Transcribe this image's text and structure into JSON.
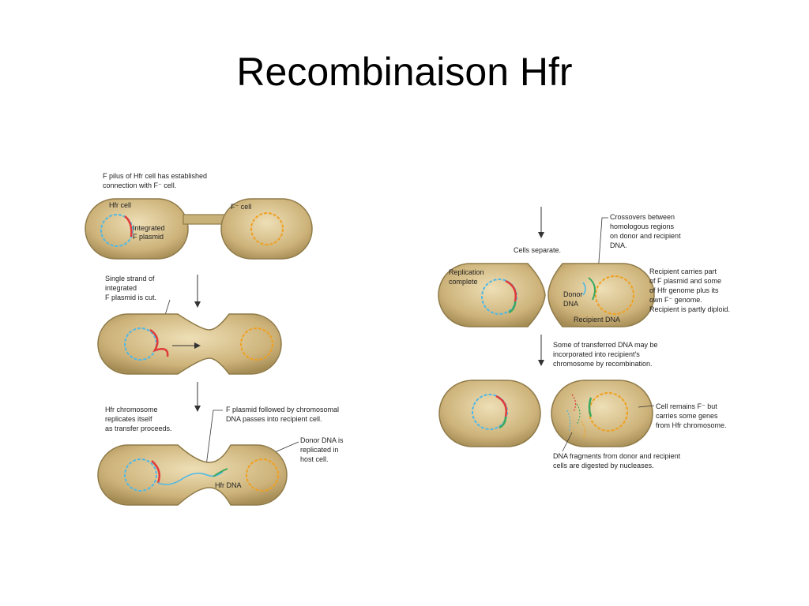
{
  "slide": {
    "title": "Recombinaison Hfr"
  },
  "left_panel": {
    "top_caption": [
      "F pilus of Hfr cell has established",
      "connection with F⁻ cell."
    ],
    "hfr_cell_label": "Hfr cell",
    "f_minus_cell_label": "F⁻ cell",
    "integrated_plasmid_label": [
      "Integrated",
      "F plasmid"
    ],
    "cut_caption": [
      "Single strand of",
      "integrated",
      "F plasmid is cut."
    ],
    "replicates_caption": [
      "Hfr chromosome",
      "replicates itself",
      "as transfer proceeds."
    ],
    "transfer_caption": [
      "F plasmid followed by chromosomal",
      "DNA passes into recipient cell."
    ],
    "donor_replicated_caption": [
      "Donor DNA is",
      "replicated in",
      "host cell."
    ],
    "hfr_dna_label": "Hfr DNA"
  },
  "right_panel": {
    "crossover_caption": [
      "Crossovers between",
      "homologous regions",
      "on donor and recipient",
      "DNA."
    ],
    "separate_caption": "Cells separate.",
    "replication_label": [
      "Replication",
      "complete"
    ],
    "donor_dna_label": [
      "Donor",
      "DNA"
    ],
    "recipient_dna_label": "Recipient DNA",
    "recipient_caption": [
      "Recipient carries part",
      "of F plasmid and some",
      "of Hfr genome plus its",
      "own F⁻ genome.",
      "Recipient is partly diploid."
    ],
    "transferred_caption": [
      "Some of transferred DNA may be",
      "incorporated into recipient's",
      "chromosome by recombination."
    ],
    "remains_caption": [
      "Cell remains F⁻ but",
      "carries some genes",
      "from Hfr chromosome."
    ],
    "fragments_caption": [
      "DNA fragments from donor and recipient",
      "cells are digested by nucleases."
    ]
  },
  "colors": {
    "hfr_chromosome": "#4fb8e6",
    "plasmid": "#e03a3a",
    "recipient_chromosome": "#f0a020",
    "donor_segment": "#3aa860",
    "cell_fill": "#c9b27a"
  }
}
